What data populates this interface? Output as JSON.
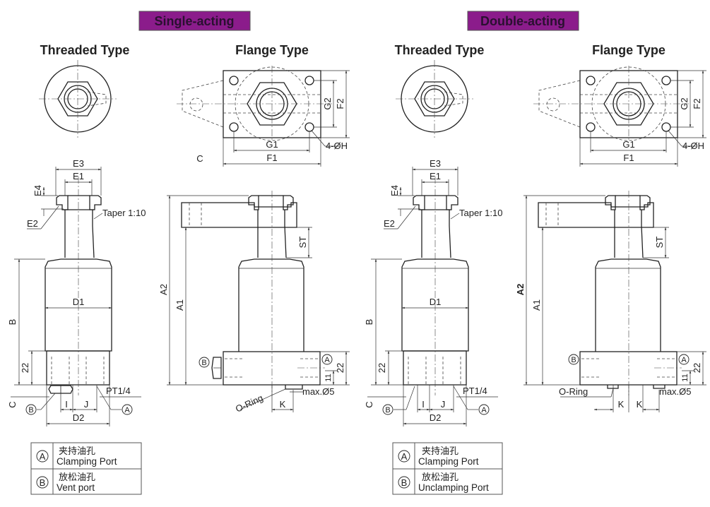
{
  "colors": {
    "badge": "#8b1c8b",
    "line": "#222222"
  },
  "sections": [
    {
      "badge": "Single-acting",
      "threaded_title": "Threaded Type",
      "flange_title": "Flange Type",
      "legend": [
        {
          "symbol": "A",
          "cn": "夹持油孔",
          "en": "Clamping Port"
        },
        {
          "symbol": "B",
          "cn": "放松油孔",
          "en": "Vent port"
        }
      ]
    },
    {
      "badge": "Double-acting",
      "threaded_title": "Threaded Type",
      "flange_title": "Flange Type",
      "legend": [
        {
          "symbol": "A",
          "cn": "夹持油孔",
          "en": "Clamping Port"
        },
        {
          "symbol": "B",
          "cn": "放松油孔",
          "en": "Unclamping Port"
        }
      ]
    }
  ],
  "dims": {
    "E1": "E1",
    "E2": "E2",
    "E3": "E3",
    "E4": "E4",
    "taper": "Taper 1:10",
    "B": "B",
    "D1": "D1",
    "D2": "D2",
    "d22": "22",
    "d11": "11",
    "C": "C",
    "I": "I",
    "J": "J",
    "PT": "PT1/4",
    "A1": "A1",
    "A2": "A2",
    "ST": "ST",
    "oring": "O-Ring",
    "max": "max.Ø5",
    "K": "K",
    "F1": "F1",
    "F2": "F2",
    "G1": "G1",
    "G2": "G2",
    "holes": "4-ØH"
  },
  "ports": {
    "A": "A",
    "B": "B"
  }
}
